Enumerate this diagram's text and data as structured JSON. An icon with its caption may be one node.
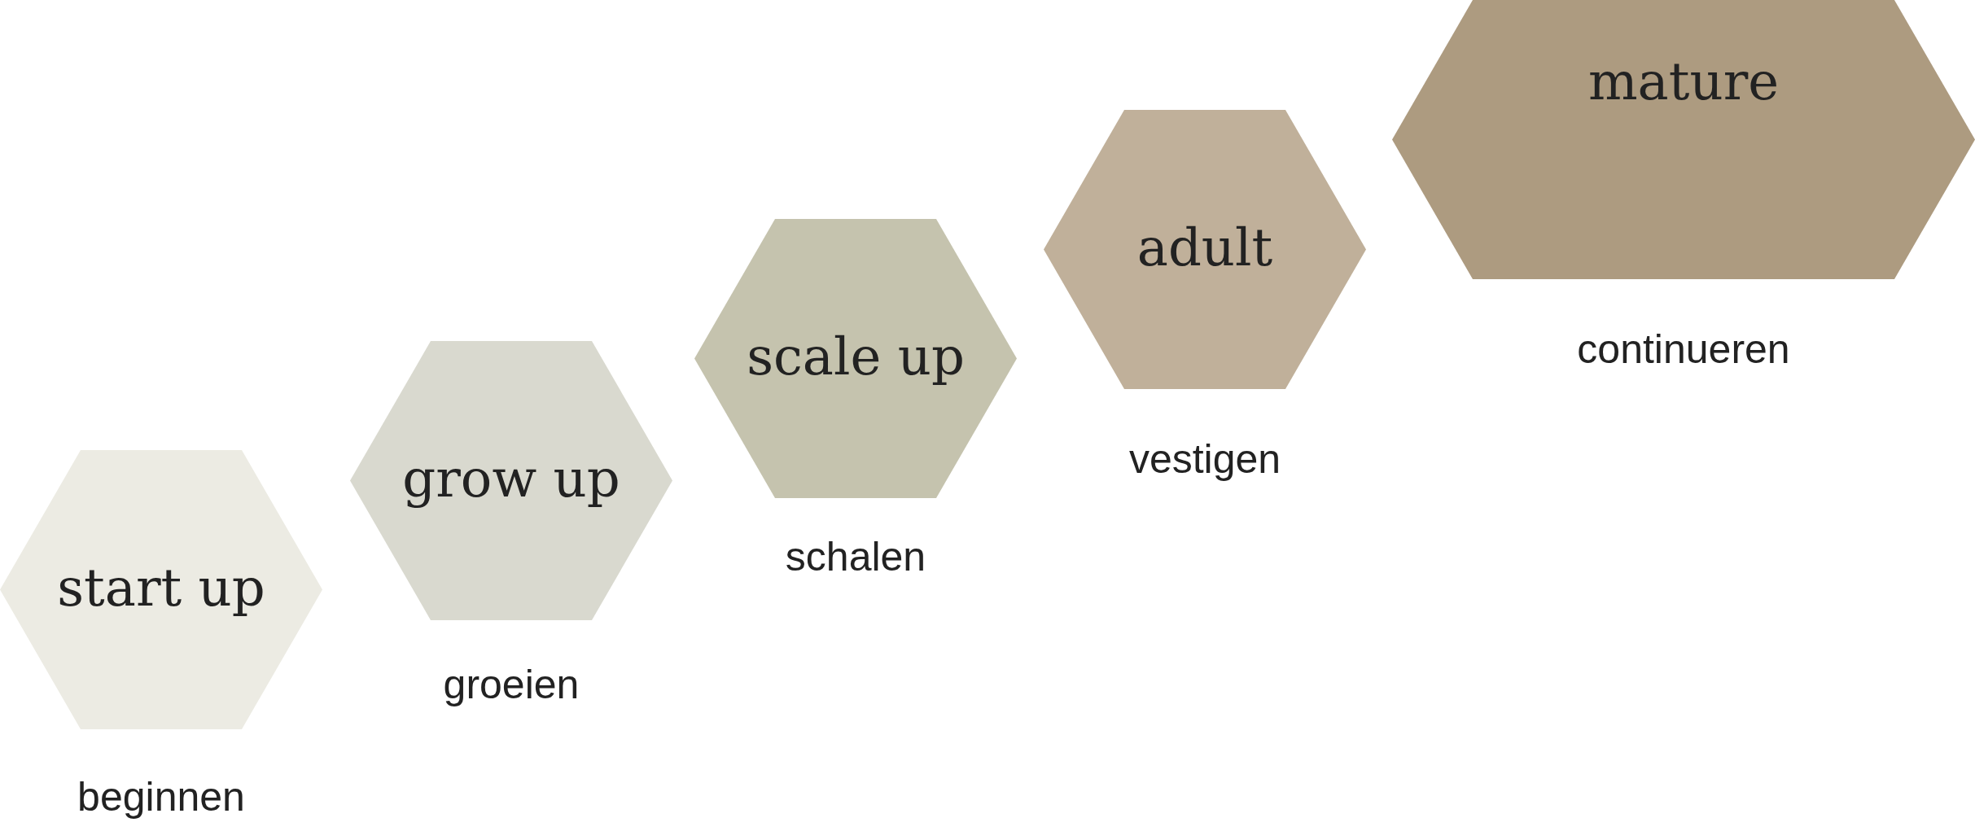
{
  "diagram": {
    "nodes": [
      {
        "text": [
          "start up"
        ],
        "beside": [
          "beginnen"
        ]
      },
      {
        "text": [
          "grow up"
        ],
        "beside": [
          "groeien"
        ]
      },
      {
        "text": [
          "scale up"
        ],
        "beside": [
          "schalen"
        ]
      },
      {
        "text": [
          "adult"
        ],
        "beside": [
          "vestigen"
        ]
      },
      {
        "text": [
          "mature"
        ],
        "beside": [
          "continueren"
        ]
      }
    ]
  }
}
